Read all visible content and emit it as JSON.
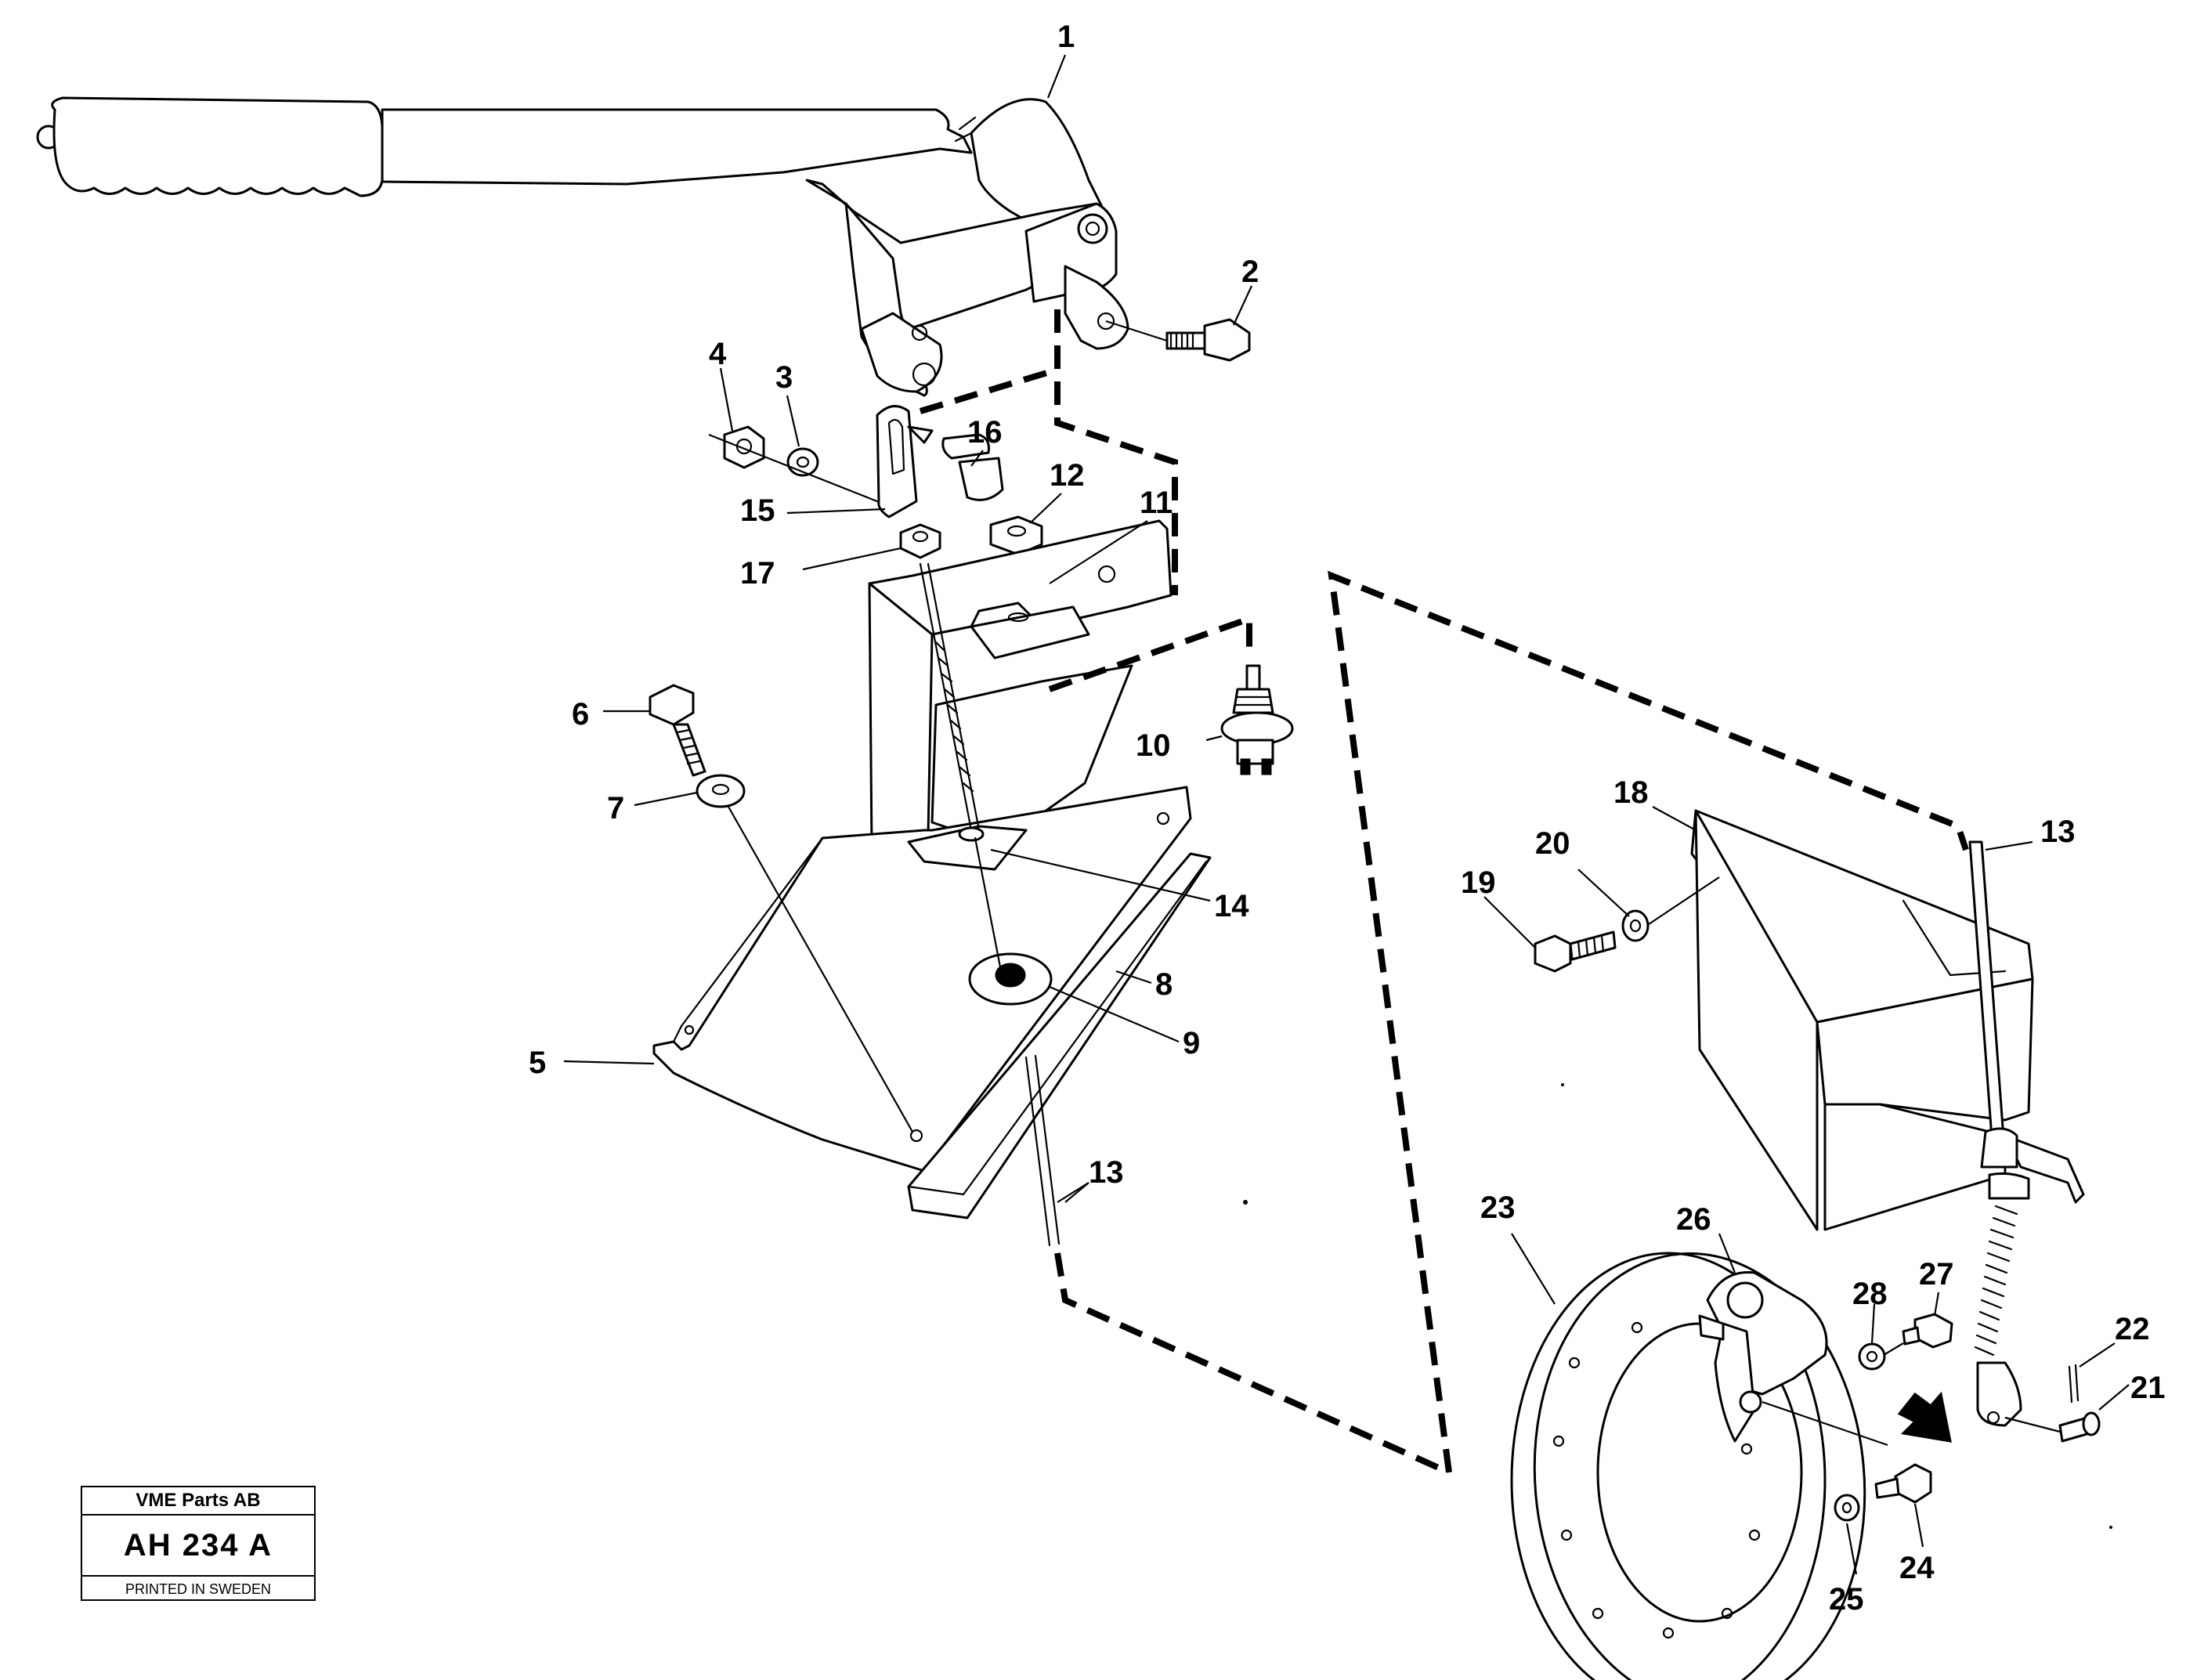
{
  "callouts": [
    "1",
    "2",
    "3",
    "4",
    "5",
    "6",
    "7",
    "8",
    "9",
    "10",
    "11",
    "12",
    "13",
    "13",
    "14",
    "15",
    "16",
    "17",
    "18",
    "19",
    "20",
    "21",
    "22",
    "23",
    "24",
    "25",
    "26",
    "27",
    "28"
  ],
  "stamp": {
    "company": "VME Parts AB",
    "code": "AH 234  A",
    "footer": "PRINTED IN SWEDEN"
  }
}
